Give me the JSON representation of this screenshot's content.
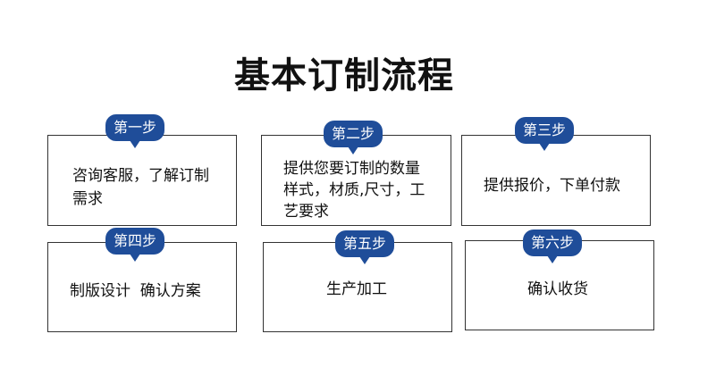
{
  "title": "基本订制流程",
  "steps": [
    {
      "badge": "第一步",
      "text_lines": [
        "咨询客服，了解订制",
        "需求"
      ]
    },
    {
      "badge": "第二步",
      "text_lines": [
        "提供您要订制的数量",
        "样式，材质,尺寸，工",
        "艺要求"
      ]
    },
    {
      "badge": "第三步",
      "text_lines": [
        "提供报价，下单付款"
      ]
    },
    {
      "badge": "第四步",
      "text_lines": [
        "制版设计  确认方案"
      ]
    },
    {
      "badge": "第五步",
      "text_lines": [
        "生产加工"
      ]
    },
    {
      "badge": "第六步",
      "text_lines": [
        "确认收货"
      ]
    }
  ],
  "colors": {
    "badge": "#1f4d99",
    "border": "#333333",
    "background": "#ffffff"
  }
}
